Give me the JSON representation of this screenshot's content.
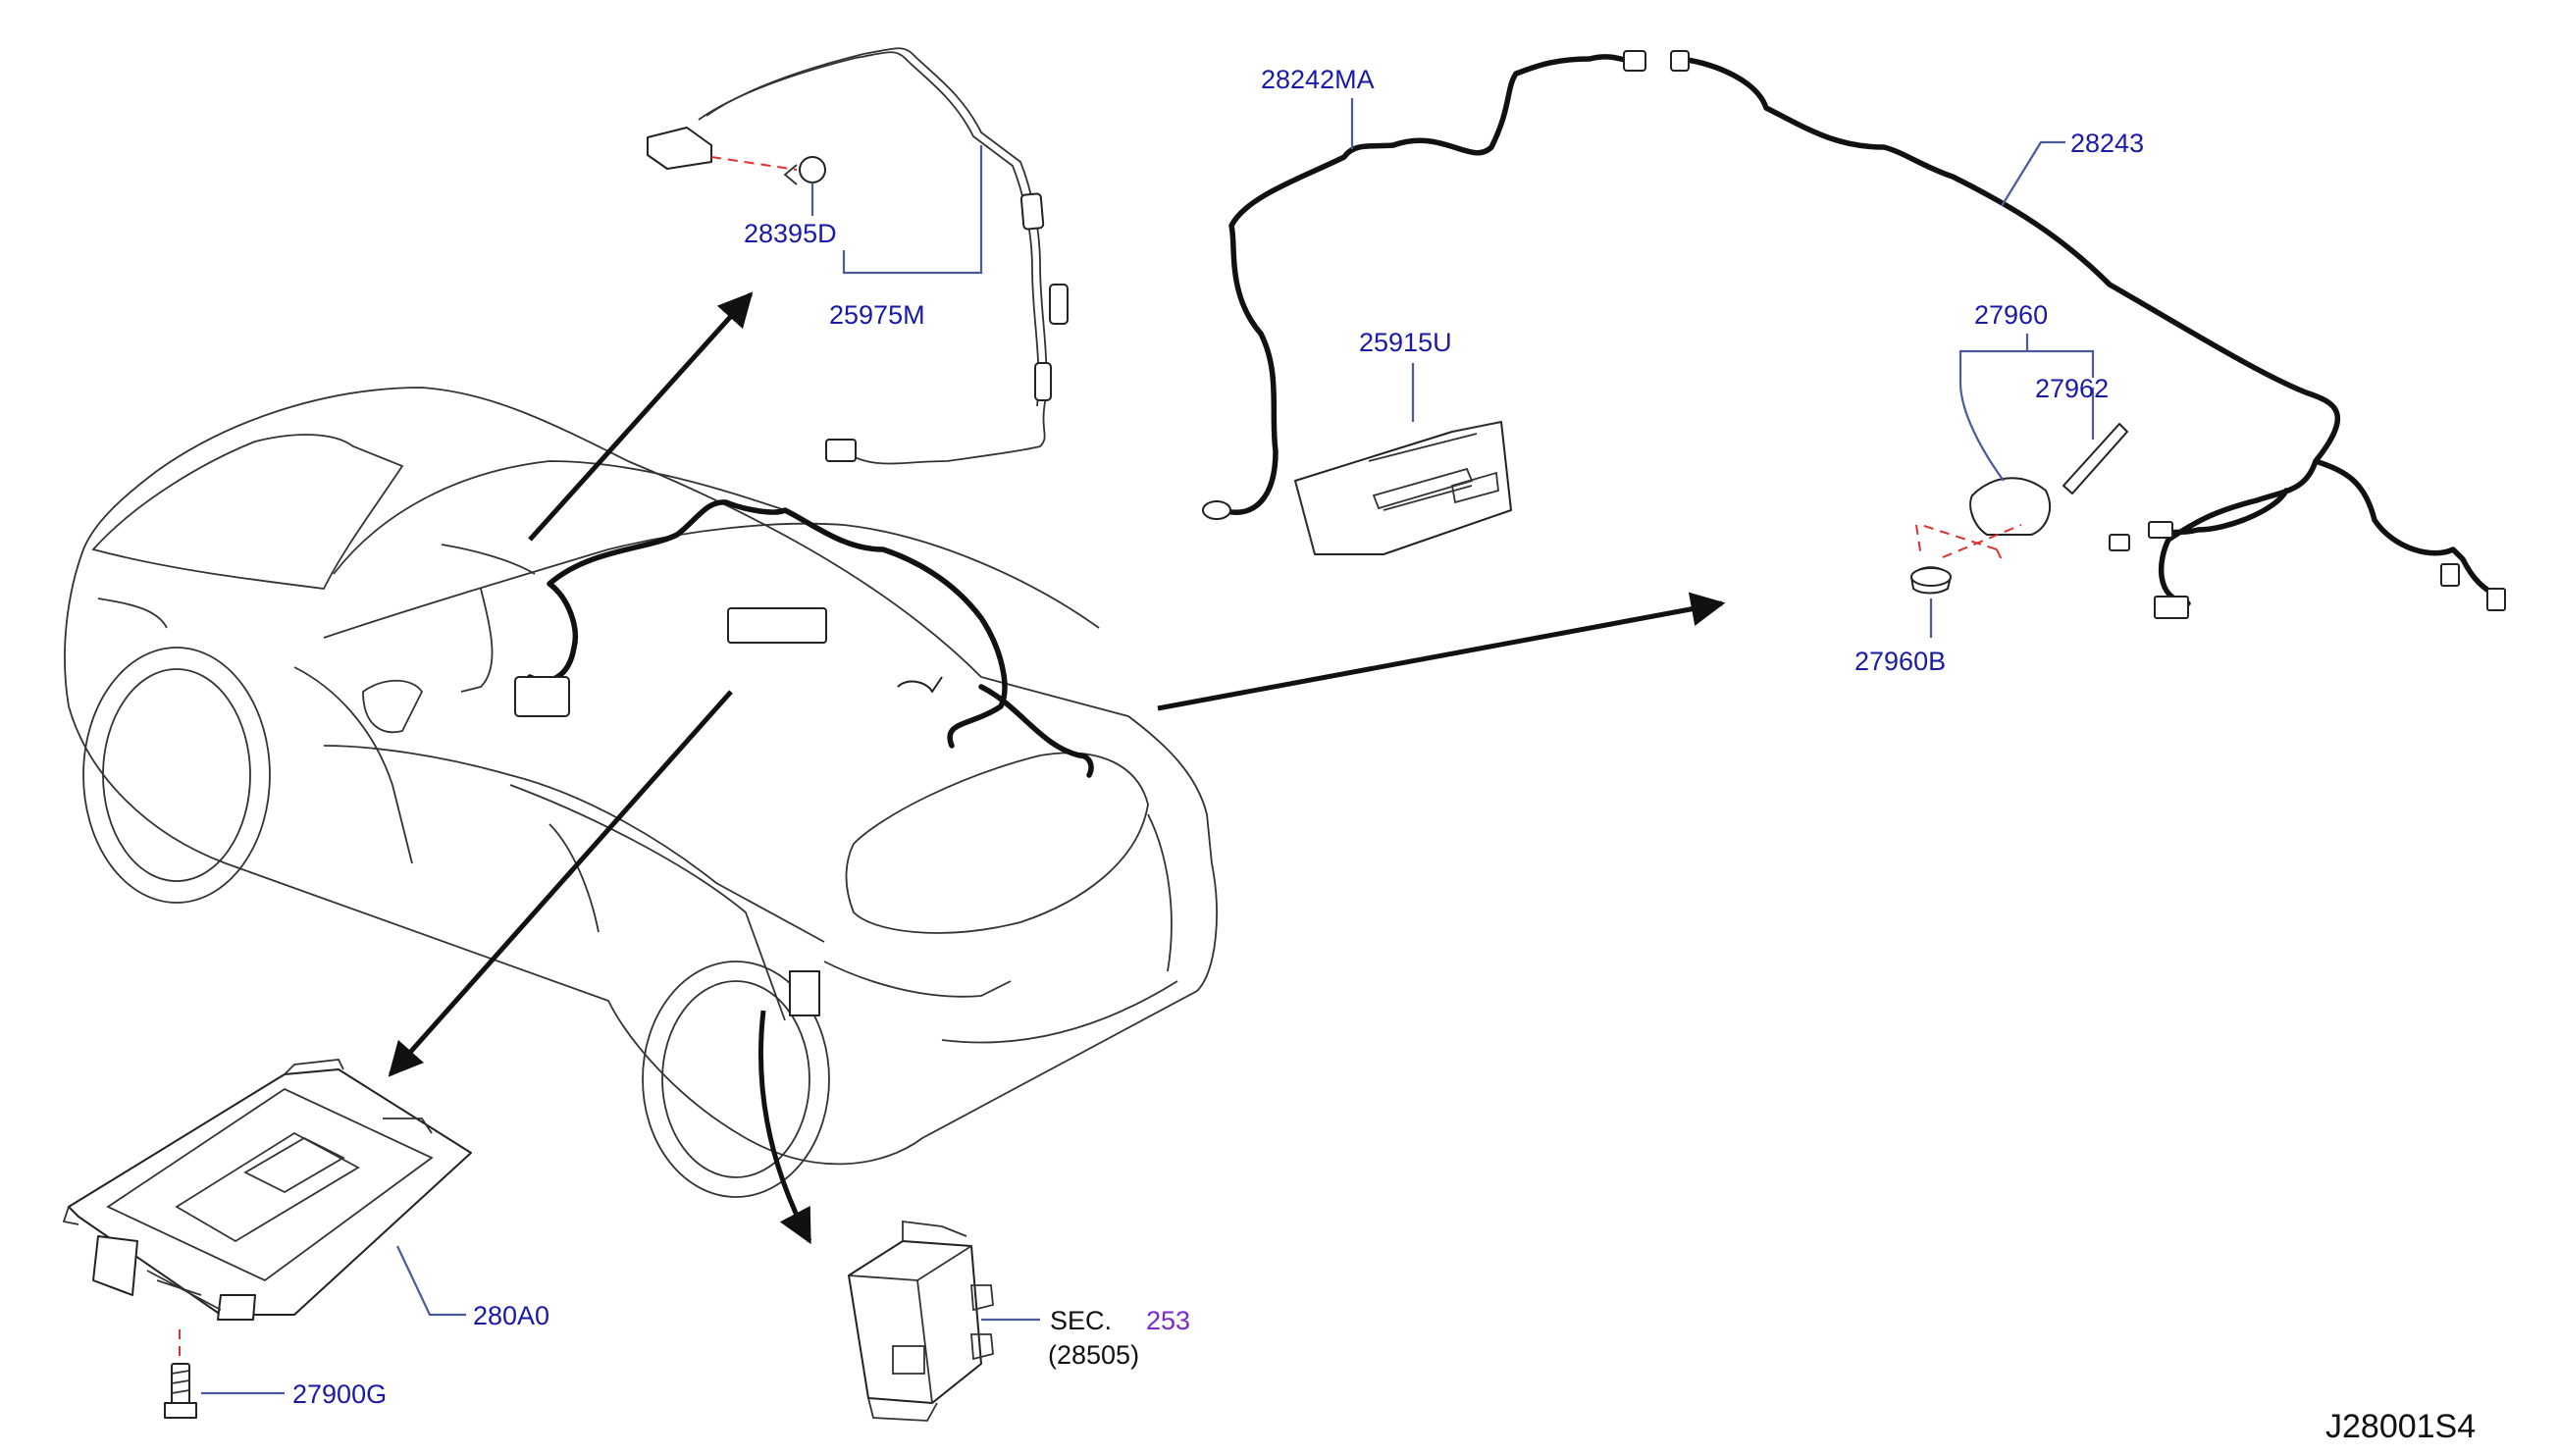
{
  "diagram_code": "J28001S4",
  "parts": {
    "p28395D": "28395D",
    "p25975M": "25975M",
    "p28242MA": "28242MA",
    "p28243": "28243",
    "p25915U": "25915U",
    "p27960": "27960",
    "p27962": "27962",
    "p27960B": "27960B",
    "p280A0": "280A0",
    "p27900G": "27900G"
  },
  "section_ref": {
    "prefix": "SEC.",
    "number": "253",
    "sub": "(28505)"
  },
  "colors": {
    "label": "#1a1aa8",
    "section_number": "#7a2ad0",
    "leader": "#4a5a9a",
    "installation_dash": "#e03030",
    "lines": "#111111"
  }
}
